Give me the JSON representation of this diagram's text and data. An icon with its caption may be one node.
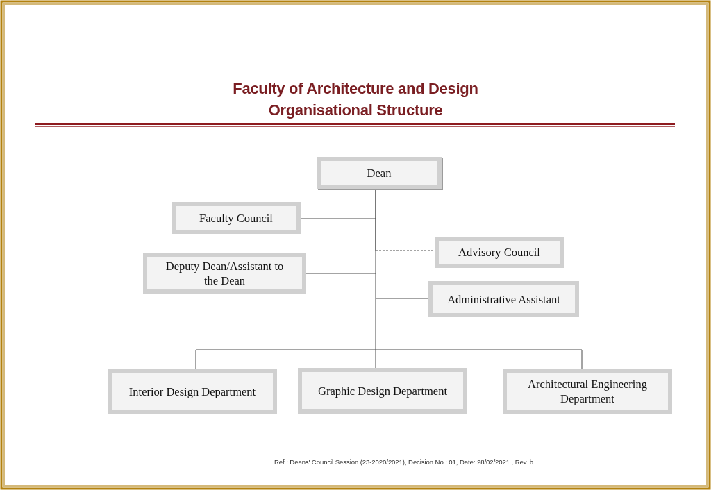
{
  "diagram": {
    "title": "Faculty of Architecture and Design Organisational Structure",
    "nodes": [
      {
        "text": [
          "Dean"
        ]
      },
      {
        "text": [
          "Faculty Council"
        ]
      },
      {
        "text": [
          "Advisory Council"
        ]
      },
      {
        "text": [
          "Deputy Dean/Assistant to the Dean"
        ]
      },
      {
        "text": [
          "Administrative Assistant"
        ]
      },
      {
        "text": [
          "Interior Design Department"
        ]
      },
      {
        "text": [
          "Graphic Design Department"
        ]
      },
      {
        "text": [
          "Architectural Engineering Department"
        ]
      }
    ],
    "edges": [
      {
        "from": 0,
        "to": 1,
        "arrow": "none"
      },
      {
        "from": 0,
        "to": 2,
        "arrow": "none",
        "style": "dashed"
      },
      {
        "from": 0,
        "to": 3,
        "arrow": "none"
      },
      {
        "from": 0,
        "to": 4,
        "arrow": "none"
      },
      {
        "from": 0,
        "to": 5,
        "arrow": "none"
      },
      {
        "from": 0,
        "to": 6,
        "arrow": "none"
      },
      {
        "from": 0,
        "to": 7,
        "arrow": "none"
      }
    ],
    "labels": [
      "Ref.: Deans' Council Session (23-2020/2021), Decision No.: 01, Date: 28/02/2021., Rev. b"
    ]
  }
}
